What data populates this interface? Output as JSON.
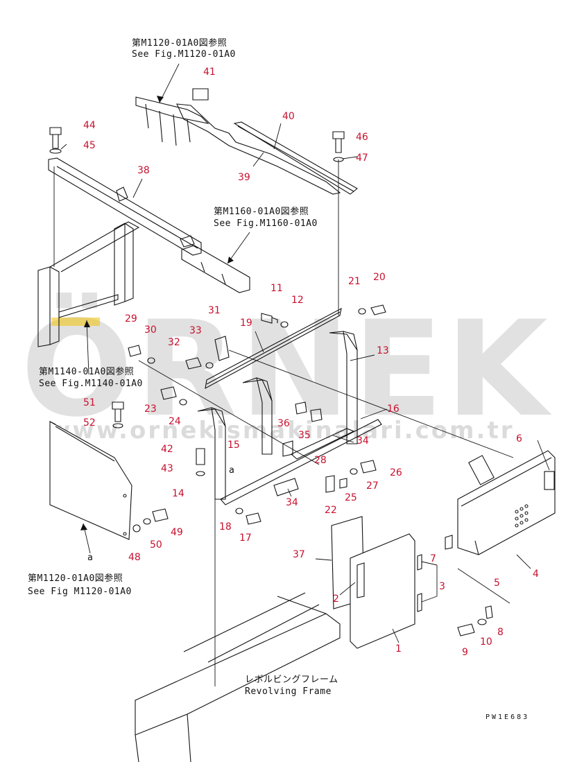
{
  "watermark": {
    "brand": "ÖRNEK",
    "site": "www.ornekismakinalari.com.tr",
    "accent_color": "#f0c419"
  },
  "references": [
    {
      "id": "ref-top",
      "jp": "第M1120-01A0図参照",
      "en": "See Fig.M1120-01A0"
    },
    {
      "id": "ref-mid",
      "jp": "第M1160-01A0図参照",
      "en": "See Fig.M1160-01A0"
    },
    {
      "id": "ref-left",
      "jp": "第M1140-01A0図参照",
      "en": "See Fig.M1140-01A0"
    },
    {
      "id": "ref-bottom",
      "jp": "第M1120-01A0図参照",
      "en": "See Fig M1120-01A0"
    }
  ],
  "frame_label": {
    "jp": "レボルビングフレーム",
    "en": "Revolving Frame"
  },
  "view_marks": [
    "a",
    "a"
  ],
  "drawing_code": "PW1E683",
  "parts": [
    "1",
    "2",
    "3",
    "4",
    "5",
    "6",
    "7",
    "8",
    "9",
    "10",
    "11",
    "12",
    "13",
    "14",
    "15",
    "16",
    "17",
    "18",
    "19",
    "20",
    "21",
    "22",
    "23",
    "24",
    "25",
    "26",
    "27",
    "28",
    "29",
    "30",
    "31",
    "32",
    "33",
    "34",
    "34",
    "35",
    "36",
    "37",
    "38",
    "39",
    "40",
    "41",
    "42",
    "43",
    "44",
    "45",
    "46",
    "47",
    "48",
    "49",
    "50",
    "51",
    "52"
  ],
  "colors": {
    "callout": "#c8102e",
    "line": "#111111"
  }
}
